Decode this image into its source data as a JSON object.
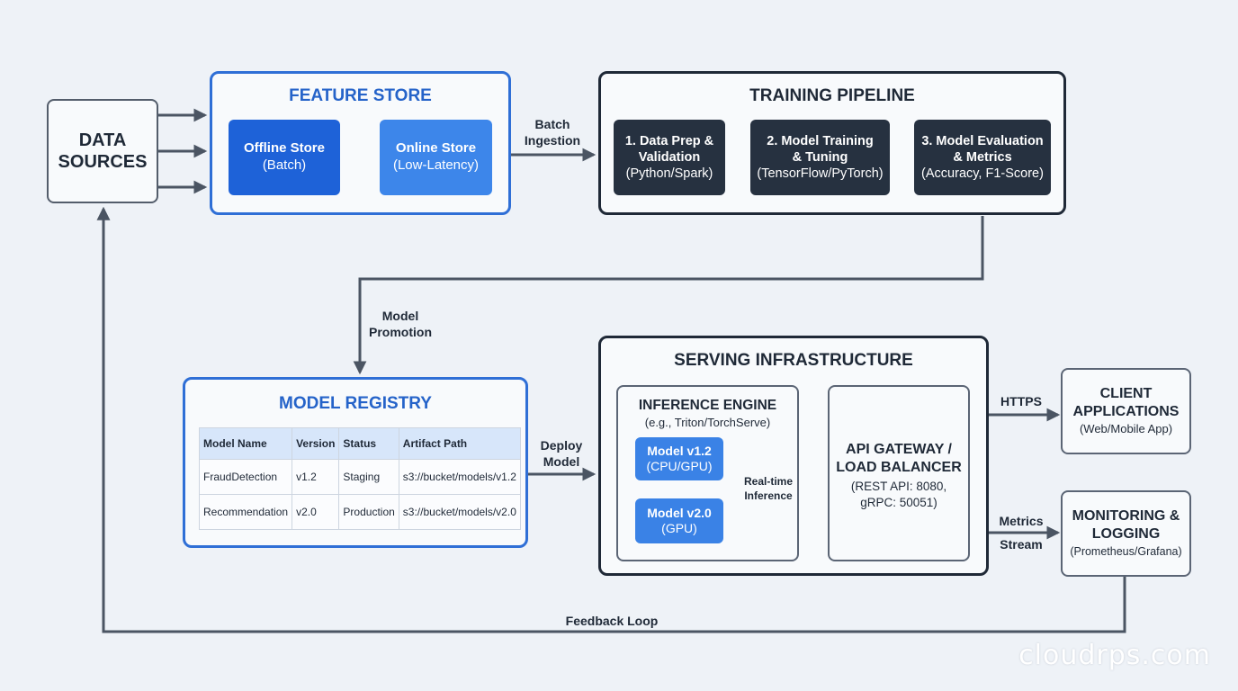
{
  "colors": {
    "background": "#eef2f7",
    "accent_blue": "#2f6fd6",
    "dark_box": "#1f2937",
    "connector": "#4b5563"
  },
  "data_sources": {
    "title_line1": "DATA",
    "title_line2": "SOURCES"
  },
  "feature_store": {
    "title": "FEATURE STORE",
    "offline": {
      "title": "Offline Store",
      "subtitle": "(Batch)"
    },
    "online": {
      "title": "Online Store",
      "subtitle": "(Low-Latency)"
    }
  },
  "batch_ingestion": {
    "line1": "Batch",
    "line2": "Ingestion"
  },
  "training_pipeline": {
    "title": "TRAINING PIPELINE",
    "steps": [
      {
        "line1": "1. Data Prep &",
        "line2": "Validation",
        "detail": "(Python/Spark)"
      },
      {
        "line1": "2. Model Training",
        "line2": "& Tuning",
        "detail": "(TensorFlow/PyTorch)"
      },
      {
        "line1": "3. Model Evaluation",
        "line2": "& Metrics",
        "detail": "(Accuracy, F1-Score)"
      }
    ]
  },
  "model_promotion": {
    "line1": "Model",
    "line2": "Promotion"
  },
  "model_registry": {
    "title": "MODEL REGISTRY",
    "columns": [
      "Model Name",
      "Version",
      "Status",
      "Artifact Path"
    ],
    "rows": [
      [
        "FraudDetection",
        "v1.2",
        "Staging",
        "s3://bucket/models/v1.2"
      ],
      [
        "Recommendation",
        "v2.0",
        "Production",
        "s3://bucket/models/v2.0"
      ]
    ]
  },
  "deploy_model": {
    "line1": "Deploy",
    "line2": "Model"
  },
  "serving": {
    "title": "SERVING INFRASTRUCTURE",
    "inference_engine": {
      "title": "INFERENCE ENGINE",
      "subtitle": "(e.g., Triton/TorchServe)",
      "model_a": {
        "title": "Model v1.2",
        "subtitle": "(CPU/GPU)"
      },
      "model_b": {
        "title": "Model v2.0",
        "subtitle": "(GPU)"
      }
    },
    "realtime": {
      "line1": "Real-time",
      "line2": "Inference"
    },
    "gateway": {
      "line1": "API GATEWAY /",
      "line2": "LOAD BALANCER",
      "detail1": "(REST API: 8080,",
      "detail2": "gRPC: 50051)"
    }
  },
  "https_label": "HTTPS",
  "client_apps": {
    "line1": "CLIENT",
    "line2": "APPLICATIONS",
    "detail": "(Web/Mobile App)"
  },
  "metrics_stream": {
    "line1": "Metrics",
    "line2": "Stream"
  },
  "monitoring": {
    "line1": "MONITORING &",
    "line2": "LOGGING",
    "detail": "(Prometheus/Grafana)"
  },
  "feedback_loop": "Feedback Loop",
  "watermark": "cloudrps.com"
}
